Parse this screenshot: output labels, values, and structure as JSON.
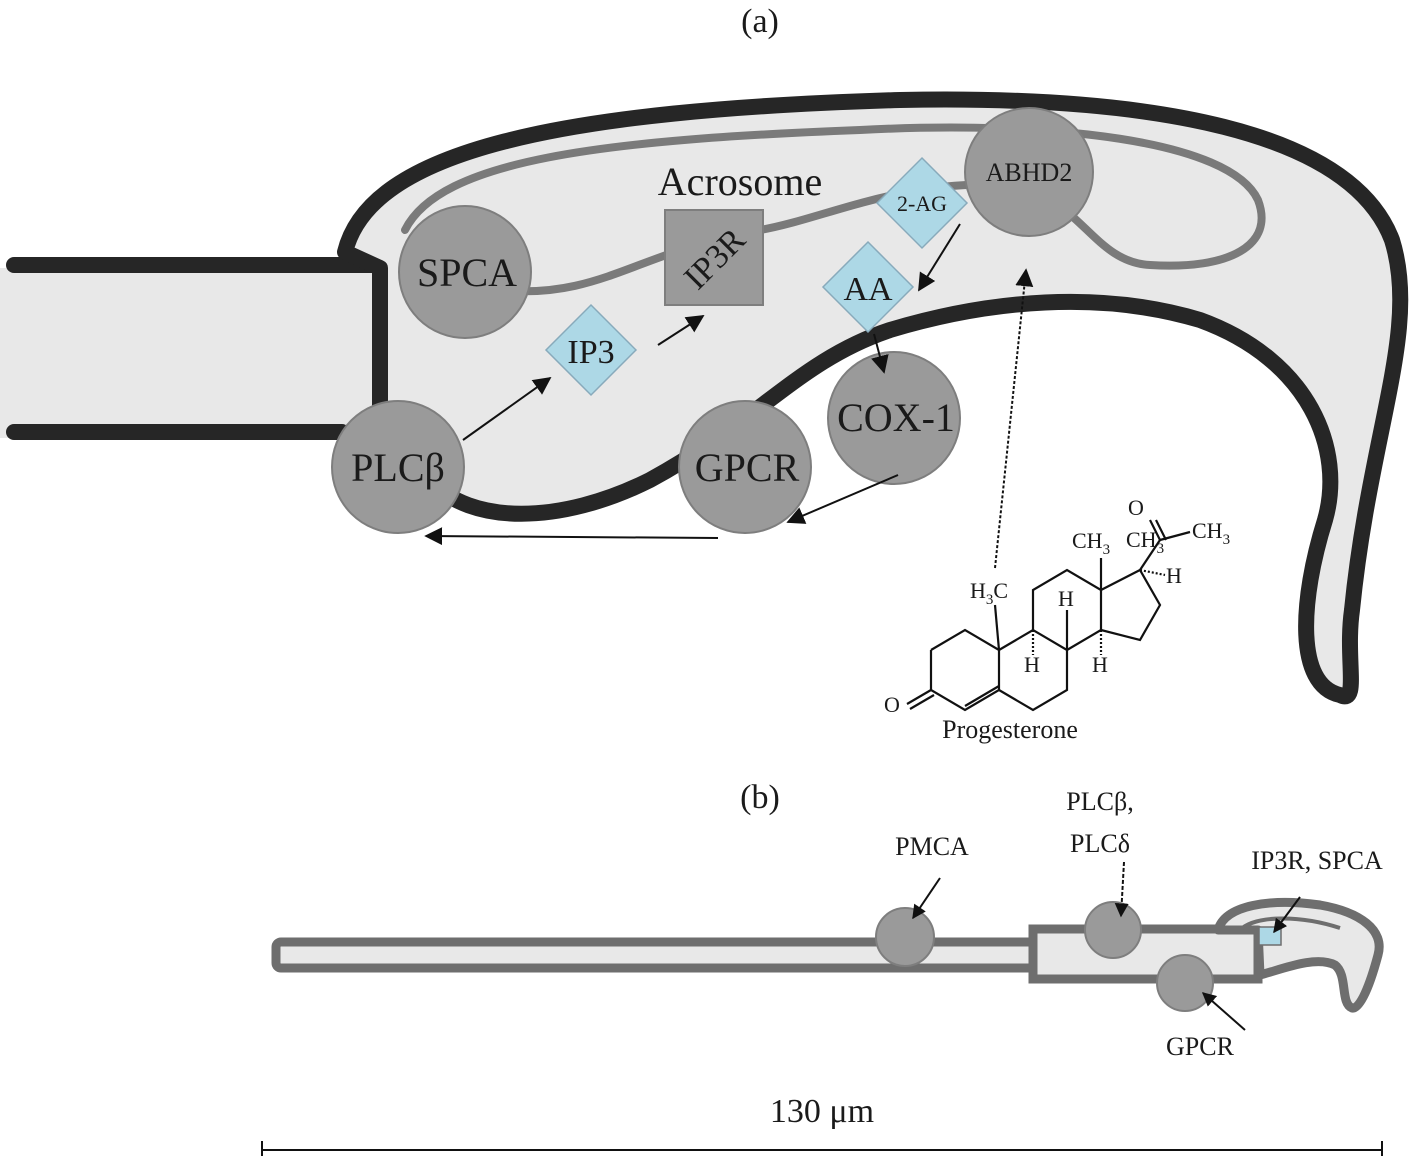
{
  "panel_a": {
    "label": "(a)",
    "acrosome_label": "Acrosome",
    "nodes": {
      "spca": "SPCA",
      "ip3r": "IP3R",
      "ip3": "IP3",
      "two_ag": "2-AG",
      "aa": "AA",
      "abhd2": "ABHD2",
      "cox1": "COX-1",
      "plcb": "PLCβ",
      "gpcr": "GPCR"
    },
    "progesterone": {
      "name": "Progesterone",
      "ch3_top": "CH",
      "ch3_top_sub": "3",
      "ch3_methyl": "CH",
      "ch3_methyl_sub": "3",
      "h3c_h": "H",
      "h3c_sub": "3",
      "h3c_c": "C",
      "o_ketone": "O",
      "o_ring": "O",
      "h_17": "H",
      "h_8": "H",
      "h_9": "H",
      "h_14": "H"
    }
  },
  "panel_b": {
    "label": "(b)",
    "pmca": "PMCA",
    "plc_line1": "PLCβ,",
    "plc_line2": "PLCδ",
    "ip3r_spca": "IP3R, SPCA",
    "gpcr": "GPCR"
  },
  "scale_bar": {
    "label": "130 μm"
  },
  "colors": {
    "membrane": "#262626",
    "acrosome_line": "#7a7a7a",
    "cytoplasm": "#e8e8e8",
    "protein": "#9a9a9a",
    "messenger": "#add8e6"
  }
}
